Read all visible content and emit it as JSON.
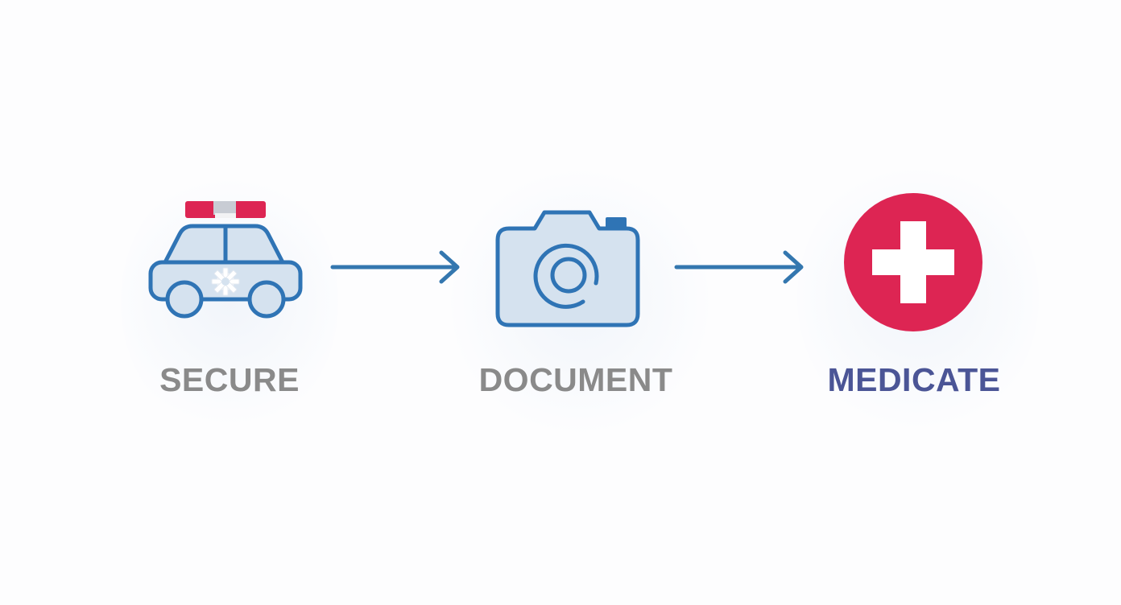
{
  "colors": {
    "outline_blue": "#2f74b5",
    "fill_light_blue": "#d5e2ef",
    "accent_red": "#dd2553",
    "label_gray": "#8a8a8a",
    "label_navy": "#4b5596",
    "arrow_blue": "#3477af"
  },
  "steps": [
    {
      "label": "SECURE",
      "icon": "police-car-icon"
    },
    {
      "label": "DOCUMENT",
      "icon": "camera-icon"
    },
    {
      "label": "MEDICATE",
      "icon": "medical-cross-icon"
    }
  ],
  "arrows": [
    {
      "from": "SECURE",
      "to": "DOCUMENT"
    },
    {
      "from": "DOCUMENT",
      "to": "MEDICATE"
    }
  ]
}
